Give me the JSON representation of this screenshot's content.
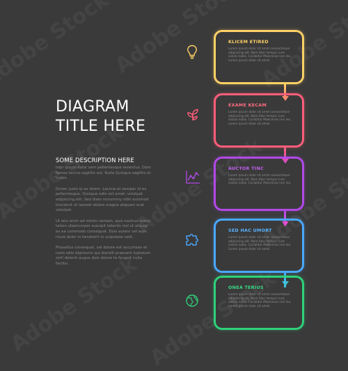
{
  "title": {
    "line1": "DIAGRAM",
    "line2": "TITLE HERE"
  },
  "description": {
    "heading": "SOME DESCRIPTION HERE",
    "paragraphs": [
      "Isipr ipsum dolor sem pellentesque senectus. Dam fames lacinia sagittis est. Nulla Quisque sagittis et turpis.",
      "Donec justo ip ex lorem. Lacinia et semper id ex pellentesque. Quisque odio est amet. volutpat adipiscing elit. Sed diam nonummy nibh euismod tincidunt ut laoreet dolore magna aliquam erat volutpat.",
      "Ut wisi enim ad minim veniam, quis nostrud exerci tation ullamcorper suscipit lobortis nisl ut aliquip ex ea commodo consequat. Duis autem vel eum iriure dolor in hendrerit in vulputate velit.",
      "Phasellus consequat, vel dolore est accumsan et iusto odio dignissim qui blandit praesent luptatum zzril delenit augue duis dolore te feugait nulla facilisi."
    ]
  },
  "steps": [
    {
      "title": "KLICEM ETIRED",
      "text": "Lorem ipsum dolor sit amet consectetuer adipiscing elit. Nam liber tempor cum soluta nobis. Curabitur Maecenas non leo. Lorem ipsum dolor sit amet.",
      "color": "#ffd166",
      "icon": "lightbulb-icon"
    },
    {
      "title": "EXAME KECAM",
      "text": "Lorem ipsum dolor sit amet consectetuer adipiscing elit. Nam liber tempor cum soluta nobis. Curabitur Maecenas non leo. Lorem ipsum dolor sit amet.",
      "color": "#ff5e7a",
      "icon": "leaves-icon"
    },
    {
      "title": "AUCTOR TINC",
      "text": "Lorem ipsum dolor sit amet consectetuer adipiscing elit. Nam liber tempor cum soluta nobis. Curabitur Maecenas non leo.",
      "color": "#b249e6",
      "icon": "chart-icon"
    },
    {
      "title": "SED HAC UMORT",
      "text": "Lorem ipsum dolor sit amet consectetuer adipiscing elit. Nam liber tempor cum soluta nobis. Curabitur Maecenas non leo. Lorem ipsum dolor sit amet.",
      "color": "#4aa8ff",
      "icon": "puzzle-icon"
    },
    {
      "title": "ONEA TERIUS",
      "text": "Lorem ipsum dolor sit amet consectetuer adipiscing elit. Nam liber tempor cum soluta nobis. Curabitur Maecenas non leo. Lorem ipsum dolor sit amet.",
      "color": "#2fd17a",
      "icon": "globe-icon"
    }
  ],
  "watermark": "Adobe Stock"
}
